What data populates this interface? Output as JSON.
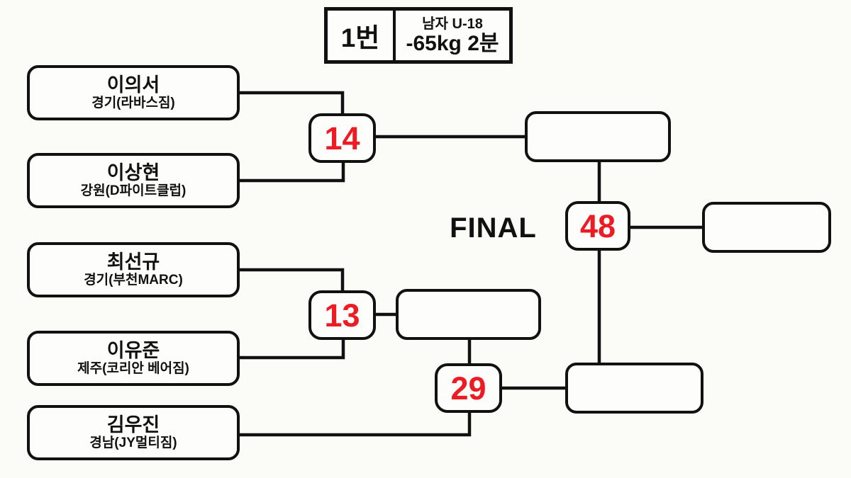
{
  "header": {
    "match_no": "1번",
    "category": "남자 U-18",
    "weight_time": "-65kg 2분"
  },
  "final_label": "FINAL",
  "players": [
    {
      "name": "이의서",
      "team": "경기(라바스짐)"
    },
    {
      "name": "이상현",
      "team": "강원(D파이트클럽)"
    },
    {
      "name": "최선규",
      "team": "경기(부천MARC)"
    },
    {
      "name": "이유준",
      "team": "제주(코리안 베어짐)"
    },
    {
      "name": "김우진",
      "team": "경남(JY멀티짐)"
    }
  ],
  "matches": [
    {
      "number": "14"
    },
    {
      "number": "13"
    },
    {
      "number": "29"
    },
    {
      "number": "48"
    }
  ],
  "colors": {
    "number_red": "#ed1c24",
    "line_black": "#111111",
    "background": "#fbfbf8"
  }
}
